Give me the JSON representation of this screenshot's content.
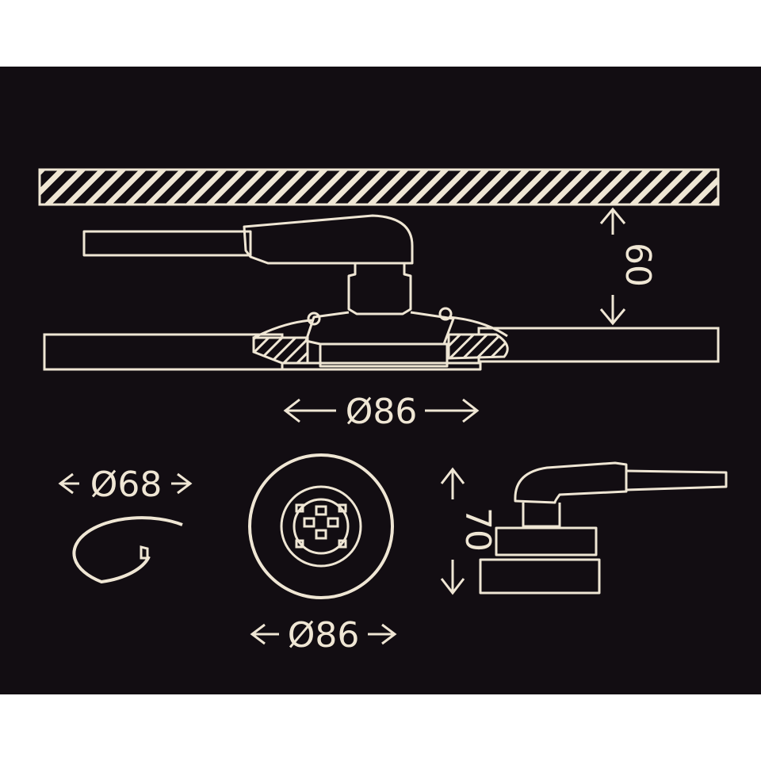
{
  "colors": {
    "background": "#120d12",
    "line": "#efe6d4",
    "page": "#ffffff"
  },
  "dimensions": {
    "mount_height": "60",
    "cutout_top": "Ø86",
    "cutout_hole": "Ø68",
    "face_diameter": "Ø86",
    "total_height": "70"
  }
}
